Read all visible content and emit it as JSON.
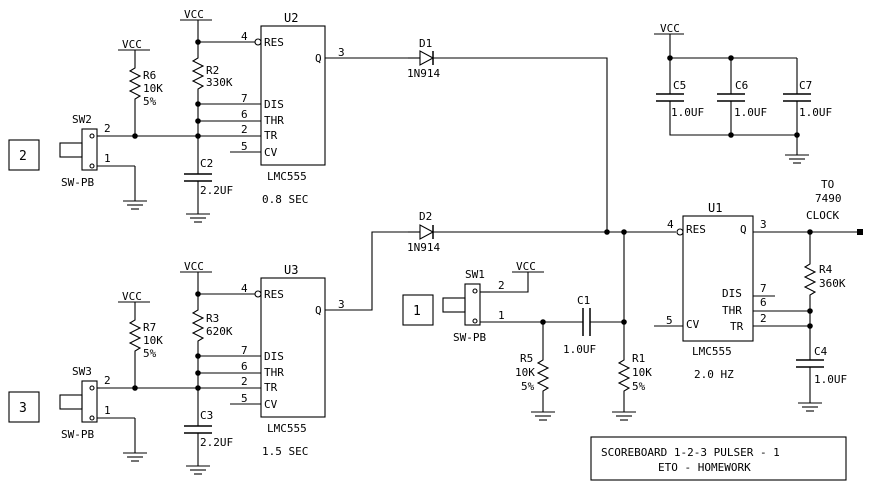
{
  "power_label": "VCC",
  "timers": {
    "u2": {
      "ref": "U2",
      "part": "LMC555",
      "period": "0.8 SEC"
    },
    "u3": {
      "ref": "U3",
      "part": "LMC555",
      "period": "1.5 SEC"
    },
    "u1": {
      "ref": "U1",
      "part": "LMC555",
      "freq": "2.0 HZ"
    }
  },
  "pins": {
    "res": "RES",
    "dis": "DIS",
    "thr": "THR",
    "tr": "TR",
    "cv": "CV",
    "q": "Q",
    "n4": "4",
    "n7": "7",
    "n6": "6",
    "n2": "2",
    "n5": "5",
    "n3": "3",
    "n1": "1"
  },
  "resistors": {
    "r1": {
      "ref": "R1",
      "value": "10K",
      "tol": "5%"
    },
    "r2": {
      "ref": "R2",
      "value": "330K"
    },
    "r3": {
      "ref": "R3",
      "value": "620K"
    },
    "r4": {
      "ref": "R4",
      "value": "360K"
    },
    "r5": {
      "ref": "R5",
      "value": "10K",
      "tol": "5%"
    },
    "r6": {
      "ref": "R6",
      "value": "10K",
      "tol": "5%"
    },
    "r7": {
      "ref": "R7",
      "value": "10K",
      "tol": "5%"
    }
  },
  "capacitors": {
    "c1": {
      "ref": "C1",
      "value": "1.0UF"
    },
    "c2": {
      "ref": "C2",
      "value": "2.2UF"
    },
    "c3": {
      "ref": "C3",
      "value": "2.2UF"
    },
    "c4": {
      "ref": "C4",
      "value": "1.0UF"
    },
    "c5": {
      "ref": "C5",
      "value": "1.0UF"
    },
    "c6": {
      "ref": "C6",
      "value": "1.0UF"
    },
    "c7": {
      "ref": "C7",
      "value": "1.0UF"
    }
  },
  "diodes": {
    "d1": {
      "ref": "D1",
      "part": "1N914"
    },
    "d2": {
      "ref": "D2",
      "part": "1N914"
    }
  },
  "switches": {
    "sw1": {
      "ref": "SW1",
      "part": "SW-PB",
      "button": "1"
    },
    "sw2": {
      "ref": "SW2",
      "part": "SW-PB",
      "button": "2"
    },
    "sw3": {
      "ref": "SW3",
      "part": "SW-PB",
      "button": "3"
    }
  },
  "output": {
    "line1": "TO",
    "line2": "7490",
    "line3": "CLOCK"
  },
  "title_block": {
    "line1": "SCOREBOARD 1-2-3 PULSER - 1",
    "line2": "ETO - HOMEWORK"
  }
}
